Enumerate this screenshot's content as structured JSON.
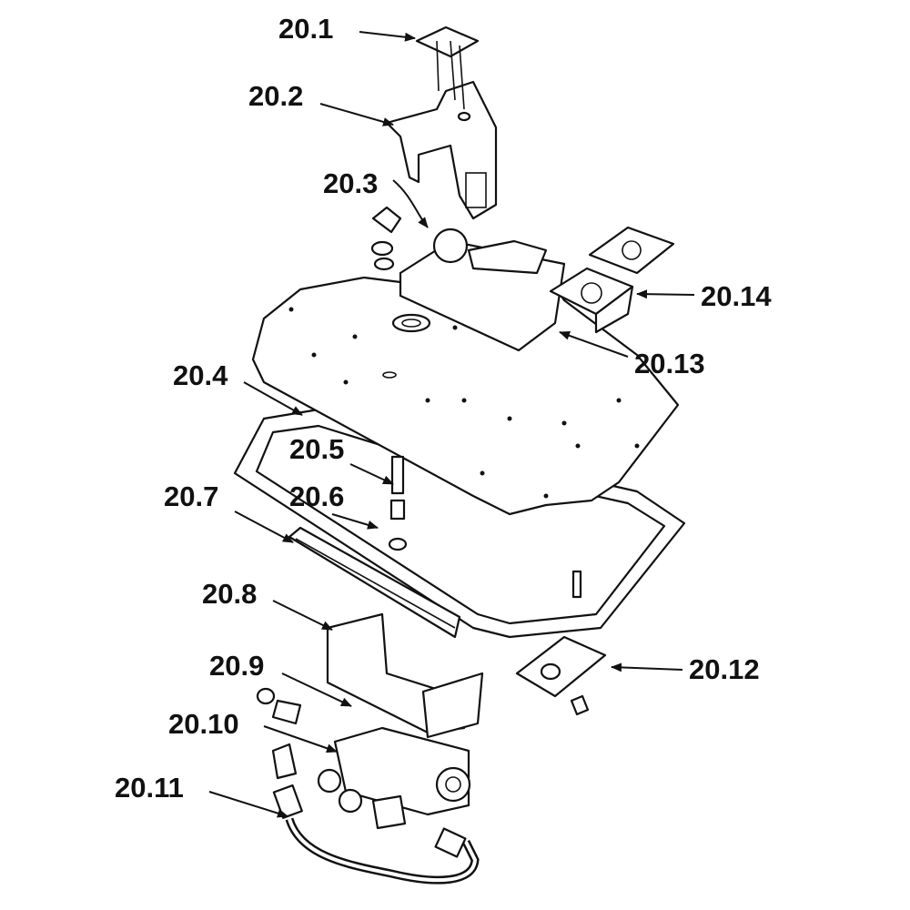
{
  "diagram": {
    "type": "exploded-parts-diagram",
    "callouts": [
      {
        "id": "20.1"
      },
      {
        "id": "20.2"
      },
      {
        "id": "20.3"
      },
      {
        "id": "20.4"
      },
      {
        "id": "20.5"
      },
      {
        "id": "20.6"
      },
      {
        "id": "20.7"
      },
      {
        "id": "20.8"
      },
      {
        "id": "20.9"
      },
      {
        "id": "20.10"
      },
      {
        "id": "20.11"
      },
      {
        "id": "20.12"
      },
      {
        "id": "20.13"
      },
      {
        "id": "20.14"
      }
    ],
    "colors": {
      "ink": "#111111",
      "background": "#ffffff"
    }
  }
}
